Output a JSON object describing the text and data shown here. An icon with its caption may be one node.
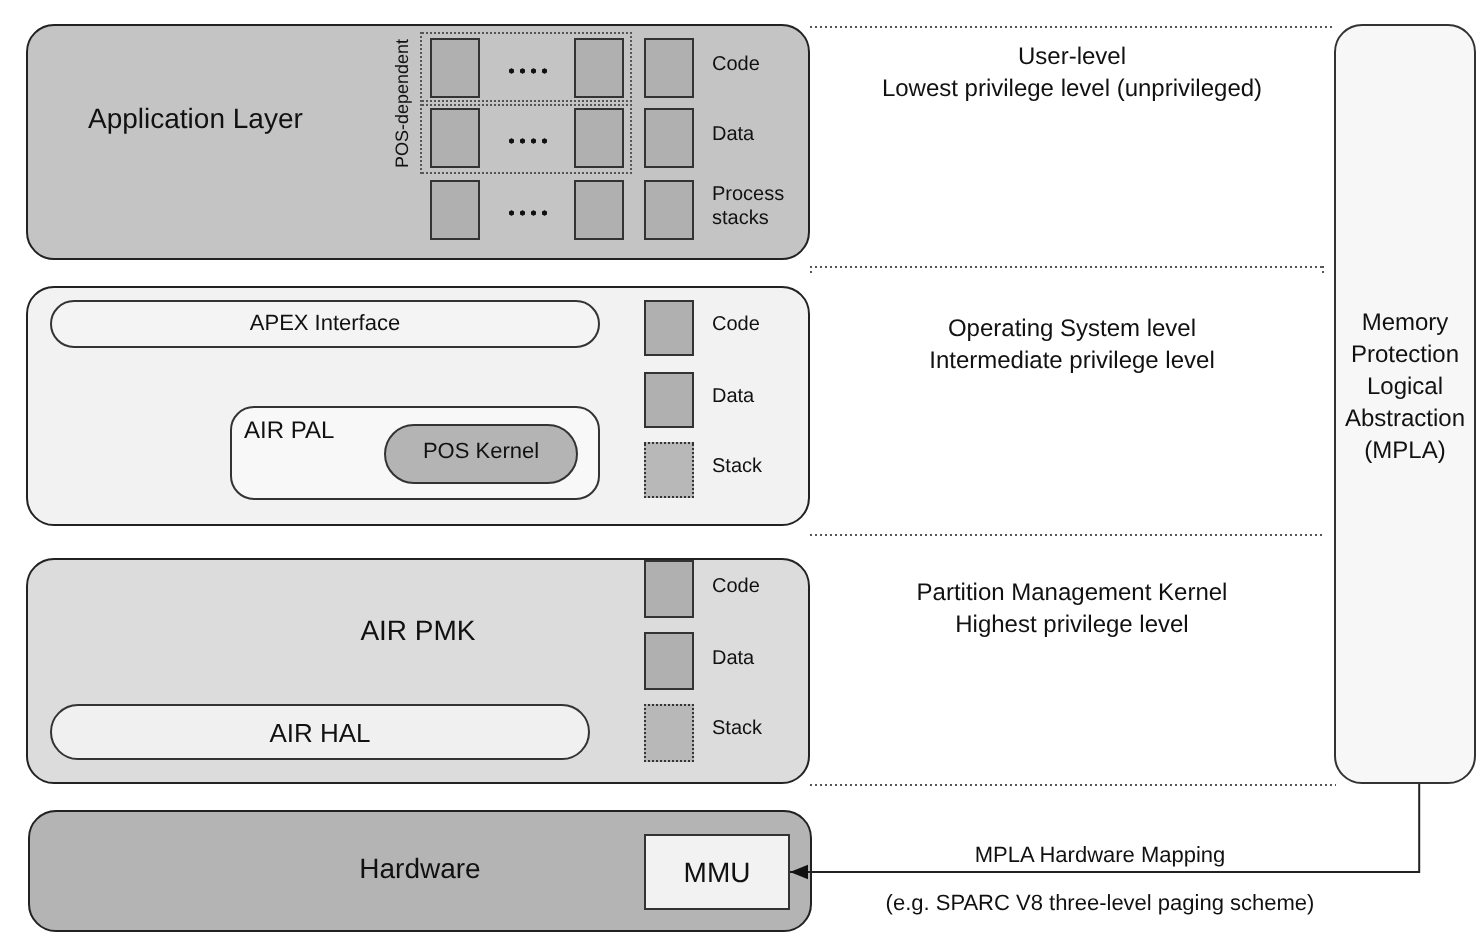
{
  "diagram": {
    "nodes": [
      {
        "text": [
          "Application Layer"
        ]
      },
      {
        "text": [],
        "shape": "box",
        "in": 0
      },
      {
        "text": [],
        "shape": "box",
        "in": 0
      },
      {
        "text": [],
        "shape": "box",
        "in": 0,
        "beside": [
          "Code"
        ]
      },
      {
        "text": [],
        "shape": "box",
        "in": 0
      },
      {
        "text": [],
        "shape": "box",
        "in": 0
      },
      {
        "text": [],
        "shape": "box",
        "in": 0,
        "beside": [
          "Data"
        ]
      },
      {
        "text": [],
        "shape": "box",
        "in": 0
      },
      {
        "text": [],
        "shape": "box",
        "in": 0
      },
      {
        "text": [],
        "shape": "box",
        "in": 0,
        "beside": [
          "Process stacks"
        ]
      },
      {
        "text": [],
        "shape": "box"
      },
      {
        "text": [
          "APEX Interface"
        ],
        "in": 10
      },
      {
        "text": [
          "AIR PAL"
        ],
        "in": 10
      },
      {
        "text": [
          "POS Kernel"
        ],
        "in": 12
      },
      {
        "text": [],
        "shape": "box",
        "in": 10,
        "beside": [
          "Code"
        ]
      },
      {
        "text": [],
        "shape": "box",
        "in": 10,
        "beside": [
          "Data"
        ]
      },
      {
        "text": [],
        "shape": "box",
        "in": 10,
        "beside": [
          "Stack"
        ]
      },
      {
        "text": [
          "AIR PMK"
        ]
      },
      {
        "text": [
          "AIR HAL"
        ],
        "in": 17
      },
      {
        "text": [],
        "shape": "box",
        "in": 17,
        "beside": [
          "Code"
        ]
      },
      {
        "text": [],
        "shape": "box",
        "in": 17,
        "beside": [
          "Data"
        ]
      },
      {
        "text": [],
        "shape": "box",
        "in": 17,
        "beside": [
          "Stack"
        ]
      },
      {
        "text": [
          "Hardware"
        ]
      },
      {
        "text": [
          "MMU"
        ],
        "in": 22
      },
      {
        "text": [
          "Memory Protection Logical Abstraction (MPLA)"
        ]
      }
    ],
    "edges": [
      {
        "from": 24,
        "to": 23,
        "arrow": "to",
        "label": "MPLA Hardware Mapping"
      }
    ],
    "labels": [
      "POS-dependent",
      "User-level",
      "Lowest privilege level (unprivileged)",
      "Operating System level",
      "Intermediate privilege level",
      "Partition Management Kernel",
      "Highest privilege level",
      "(e.g. SPARC V8 three-level paging scheme)"
    ]
  }
}
